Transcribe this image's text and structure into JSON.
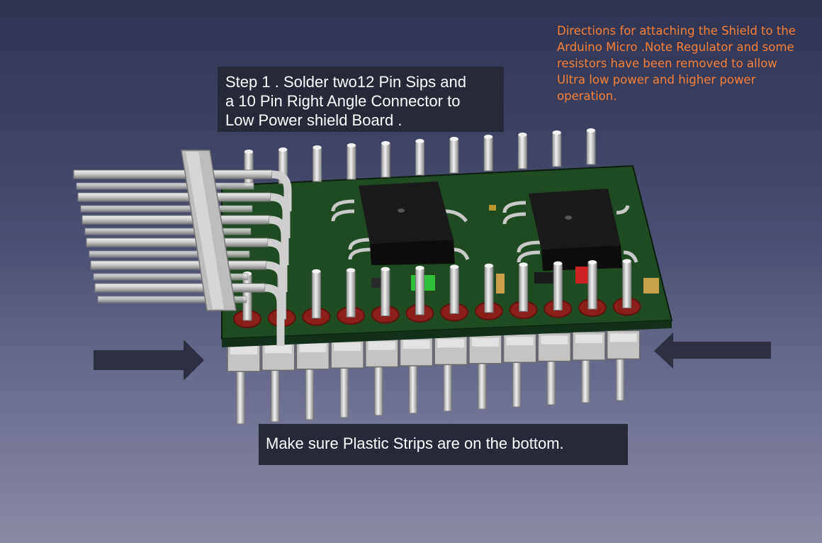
{
  "directions": {
    "lines": [
      "Directions for attaching the Shield to the",
      "Arduino Micro .Note Regulator and some",
      "resistors have been removed to allow",
      "Ultra low power and higher power",
      "operation."
    ],
    "color": "#f5803a"
  },
  "step1": {
    "lines": [
      "Step 1 . Solder two12 Pin Sips  and",
      "a 10 Pin Right Angle Connector to",
      "Low Power shield Board ."
    ]
  },
  "note": {
    "text": "Make sure Plastic  Strips are on the bottom."
  },
  "colors": {
    "board": "#1f4a22",
    "chip": "#141414",
    "pad": "#8a1e1a",
    "pin": "#d6d6d6",
    "plastic": "#c4c4c4",
    "arrow": "#2c3040"
  },
  "icons": [
    "arrow-right-icon",
    "arrow-left-icon"
  ]
}
